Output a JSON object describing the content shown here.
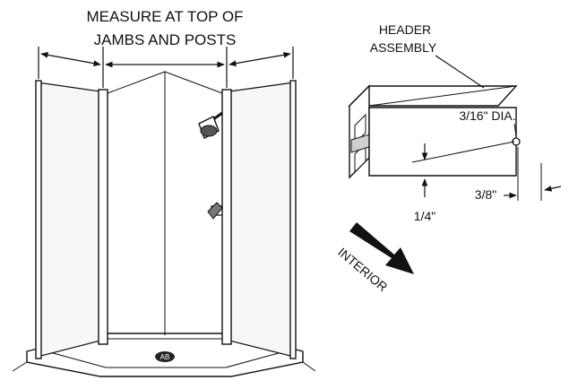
{
  "measure_note": {
    "line1": "MEASURE AT TOP OF",
    "line2": "JAMBS AND POSTS"
  },
  "header_label": {
    "line1": "HEADER",
    "line2": "ASSEMBLY"
  },
  "hole_diameter": "3/16\" DIA.",
  "dimension_vertical": "1/4\"",
  "dimension_horizontal": "3/8\"",
  "direction_label": "INTERIOR",
  "base_logo": "AB"
}
